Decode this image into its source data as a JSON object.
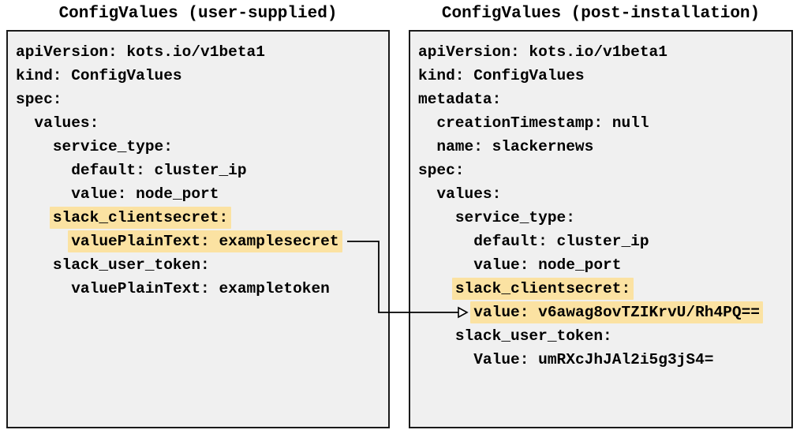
{
  "colors": {
    "panel_bg": "#f0f0f0",
    "panel_border": "#1a1a1a",
    "highlight": "#fbe2a2",
    "text": "#000000",
    "arrow": "#000000"
  },
  "panels": [
    {
      "id": "user-supplied",
      "title": "ConfigValues (user-supplied)",
      "lines": [
        {
          "indent": 0,
          "text": "apiVersion: kots.io/v1beta1",
          "highlight": false
        },
        {
          "indent": 0,
          "text": "kind: ConfigValues",
          "highlight": false
        },
        {
          "indent": 0,
          "text": "spec:",
          "highlight": false
        },
        {
          "indent": 2,
          "text": "values:",
          "highlight": false
        },
        {
          "indent": 4,
          "text": "service_type:",
          "highlight": false
        },
        {
          "indent": 6,
          "text": "default: cluster_ip",
          "highlight": false
        },
        {
          "indent": 6,
          "text": "value: node_port",
          "highlight": false
        },
        {
          "indent": 4,
          "text": "slack_clientsecret:",
          "highlight": true
        },
        {
          "indent": 6,
          "text": "valuePlainText: examplesecret",
          "highlight": true
        },
        {
          "indent": 4,
          "text": "slack_user_token:",
          "highlight": false
        },
        {
          "indent": 6,
          "text": "valuePlainText: exampletoken",
          "highlight": false
        }
      ]
    },
    {
      "id": "post-installation",
      "title": "ConfigValues (post-installation)",
      "lines": [
        {
          "indent": 0,
          "text": "apiVersion: kots.io/v1beta1",
          "highlight": false
        },
        {
          "indent": 0,
          "text": "kind: ConfigValues",
          "highlight": false
        },
        {
          "indent": 0,
          "text": "metadata:",
          "highlight": false
        },
        {
          "indent": 2,
          "text": "creationTimestamp: null",
          "highlight": false
        },
        {
          "indent": 2,
          "text": "name: slackernews",
          "highlight": false
        },
        {
          "indent": 0,
          "text": "spec:",
          "highlight": false
        },
        {
          "indent": 2,
          "text": "values:",
          "highlight": false
        },
        {
          "indent": 4,
          "text": "service_type:",
          "highlight": false
        },
        {
          "indent": 6,
          "text": "default: cluster_ip",
          "highlight": false
        },
        {
          "indent": 6,
          "text": "value: node_port",
          "highlight": false
        },
        {
          "indent": 4,
          "text": "slack_clientsecret:",
          "highlight": true
        },
        {
          "indent": 6,
          "text": "value: v6awag8ovTZIKrvU/Rh4PQ==",
          "highlight": true
        },
        {
          "indent": 4,
          "text": "slack_user_token:",
          "highlight": false
        },
        {
          "indent": 6,
          "text": "Value: umRXcJhJAl2i5g3jS4=",
          "highlight": false
        }
      ]
    }
  ],
  "arrow": {
    "from": "valuePlainText: examplesecret",
    "to": "value: v6awag8ovTZIKrvU/Rh4PQ=="
  }
}
